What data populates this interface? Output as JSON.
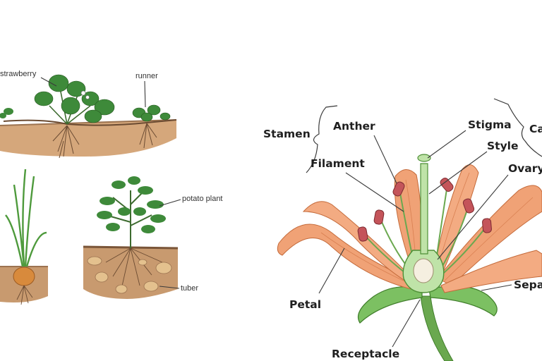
{
  "left_panel": {
    "labels": {
      "strawberry": "strawberry",
      "runner": "runner",
      "potato_plant": "potato plant",
      "tuber": "tuber"
    }
  },
  "right_panel": {
    "labels": {
      "stamen": "Stamen",
      "anther": "Anther",
      "filament": "Filament",
      "stigma": "Stigma",
      "style": "Style",
      "ovary": "Ovary",
      "carpel": "Ca",
      "petal": "Petal",
      "sepal": "Sepa",
      "receptacle": "Receptacle"
    }
  },
  "colors": {
    "petal": "#f0a276",
    "petal_dark": "#d98052",
    "leaf_green": "#3e8a3a",
    "sepal_green": "#7cc062",
    "soil": "#c89a6f",
    "soil_dark": "#9c7350",
    "anther": "#c4545a"
  }
}
